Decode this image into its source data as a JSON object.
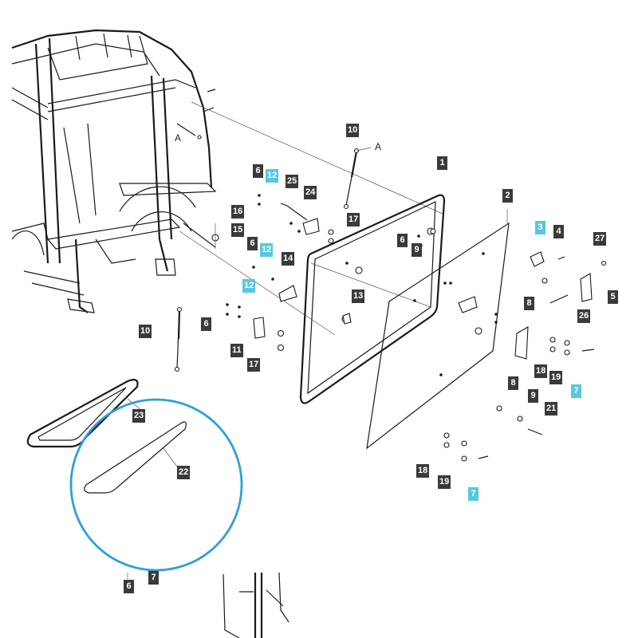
{
  "labels": {
    "n1": "1",
    "n2": "2",
    "n3": "3",
    "n4": "4",
    "n5": "5",
    "n6": "6",
    "n7": "7",
    "n8": "8",
    "n9": "9",
    "n10": "10",
    "n11": "11",
    "n12": "12",
    "n13": "13",
    "n14": "14",
    "n15": "15",
    "n16": "16",
    "n17": "17",
    "n18": "18",
    "n19": "19",
    "n21": "21",
    "n22": "22",
    "n23": "23",
    "n24": "24",
    "n25": "25",
    "n26": "26",
    "n27": "27"
  },
  "ref_letter": "A",
  "colors": {
    "label_bg": "#3a3a3a",
    "highlight_bg": "#56c8de",
    "circle": "#2e9fdb",
    "line": "#1a1a1a"
  }
}
